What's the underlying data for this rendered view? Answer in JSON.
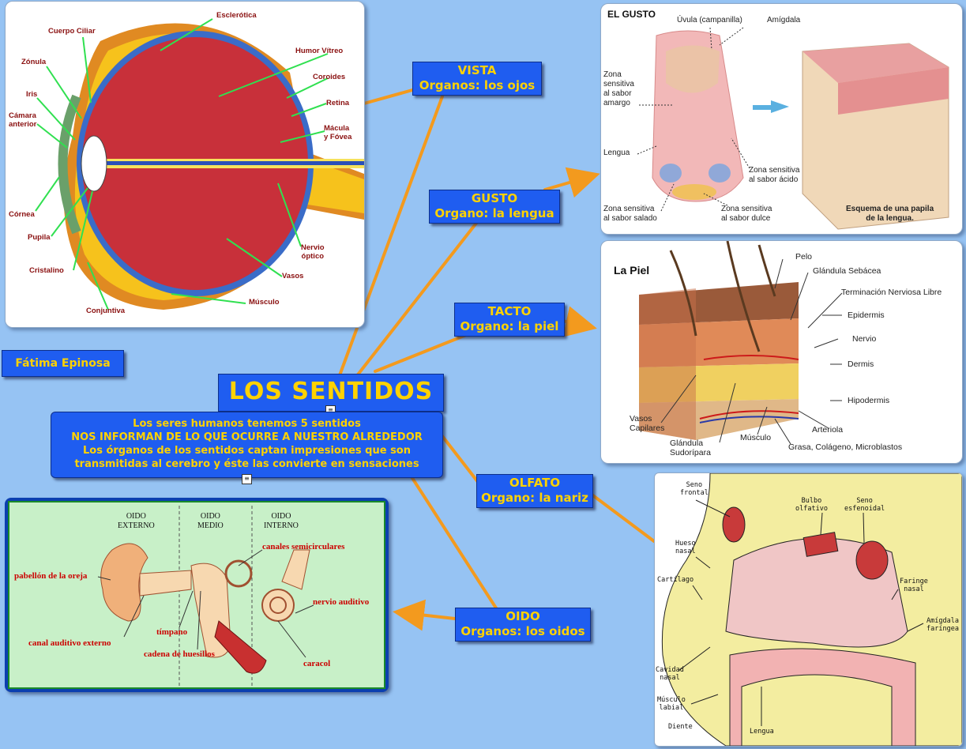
{
  "colors": {
    "background": "#96c3f3",
    "node_fill": "#1f5df0",
    "node_text": "#ffd200",
    "connector": "#f39a1e"
  },
  "center": {
    "title": "LOS SENTIDOS",
    "description": [
      "Los seres humanos tenemos 5 sentidos",
      "NOS INFORMAN DE LO QUE OCURRE A NUESTRO ALREDEDOR",
      "Los órganos de los sentidos captan impresiones que son",
      "transmitidas al cerebro y éste las convierte en sensaciones"
    ]
  },
  "author": "Fátima Epinosa",
  "branches": {
    "vista": {
      "line1": "VISTA",
      "line2": "Organos: los ojos"
    },
    "gusto": {
      "line1": "GUSTO",
      "line2": "Organo: la lengua"
    },
    "tacto": {
      "line1": "TACTO",
      "line2": "Organo: la piel"
    },
    "olfato": {
      "line1": "OLFATO",
      "line2": "Organo: la nariz"
    },
    "oido": {
      "line1": "OIDO",
      "line2": "Organos: los oidos"
    }
  },
  "eye": {
    "labels": {
      "esclerotica": "Esclerótica",
      "cuerpo_ciliar": "Cuerpo Ciliar",
      "zonula": "Zónula",
      "iris": "Iris",
      "camara1": "Cámara",
      "camara2": "anterior",
      "cornea": "Córnea",
      "pupila": "Pupila",
      "cristalino": "Cristalino",
      "conjuntiva": "Conjuntiva",
      "humor_vitreo": "Humor Vítreo",
      "coroides": "Coroides",
      "retina": "Retina",
      "macula1": "Mácula",
      "macula2": "y Fóvea",
      "nervio1": "Nervio",
      "nervio2": "óptico",
      "vasos": "Vasos",
      "musculo": "Músculo"
    }
  },
  "gusto": {
    "title": "EL GUSTO",
    "labels": {
      "uvula": "Úvula (campanilla)",
      "amigdala": "Amígdala",
      "amargo1": "Zona",
      "amargo2": "sensitiva",
      "amargo3": "al sabor",
      "amargo4": "amargo",
      "lengua": "Lengua",
      "acido1": "Zona sensitiva",
      "acido2": "al sabor ácido",
      "salado1": "Zona sensitiva",
      "salado2": "al sabor salado",
      "dulce1": "Zona sensitiva",
      "dulce2": "al sabor dulce",
      "papila1": "Esquema de una papila",
      "papila2": "de la lengua."
    }
  },
  "piel": {
    "title": "La Piel",
    "labels": {
      "pelo": "Pelo",
      "glandula_sebacea": "Glándula Sebácea",
      "terminacion": "Terminación Nerviosa Libre",
      "epidermis": "Epidermis",
      "nervio": "Nervio",
      "dermis": "Dermis",
      "hipodermis": "Hipodermis",
      "vasos1": "Vasos",
      "vasos2": "Capilares",
      "sudoripara1": "Glándula",
      "sudoripara2": "Sudorípara",
      "musculo": "Músculo",
      "arteriola": "Arteriola",
      "grasa": "Grasa, Colágeno, Microblastos"
    }
  },
  "nariz": {
    "labels": {
      "seno_frontal1": "Seno",
      "seno_frontal2": "frontal",
      "bulbo1": "Bulbo",
      "bulbo2": "olfativo",
      "seno_esf1": "Seno",
      "seno_esf2": "esfenoidal",
      "hueso1": "Hueso",
      "hueso2": "nasal",
      "cartilago": "Cartílago",
      "faringe1": "Faringe",
      "faringe2": "nasal",
      "amigdala1": "Amígdala",
      "amigdala2": "faríngea",
      "cavidad1": "Cavidad",
      "cavidad2": "nasal",
      "musculo1": "Músculo",
      "musculo2": "labial",
      "diente": "Diente",
      "lengua": "Lengua"
    }
  },
  "oido": {
    "headers": {
      "ext1": "OIDO",
      "ext2": "EXTERNO",
      "med1": "OIDO",
      "med2": "MEDIO",
      "int1": "OIDO",
      "int2": "INTERNO"
    },
    "labels": {
      "canales": "canales semicirculares",
      "pabellon": "pabellón de la oreja",
      "nervio": "nervio auditivo",
      "canal": "canal auditivo externo",
      "timpano": "tímpano",
      "cadena": "cadena de huesillos",
      "caracol": "caracol"
    }
  }
}
